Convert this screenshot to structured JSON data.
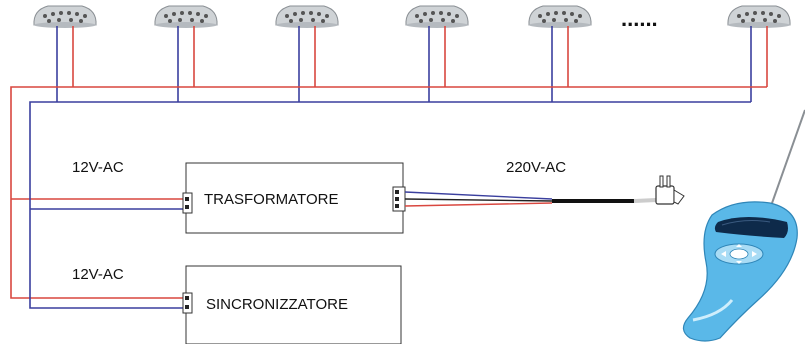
{
  "colors": {
    "red_wire": "#d9473f",
    "blue_wire": "#3a3f9e",
    "box_border": "#333333",
    "lamp_body": "#cfd3d6",
    "remote_body": "#5ab8e8",
    "remote_dark": "#0e2a4a"
  },
  "labels": {
    "voltage_top": "12V-AC",
    "voltage_mains": "220V-AC",
    "voltage_bottom": "12V-AC",
    "transformer": "TRASFORMATORE",
    "synchronizer": "SINCRONIZZATORE",
    "ellipsis": "......"
  },
  "icons": {
    "lamp": "led-pool-lamp-icon",
    "plug": "power-plug-icon",
    "remote": "remote-control-icon"
  }
}
